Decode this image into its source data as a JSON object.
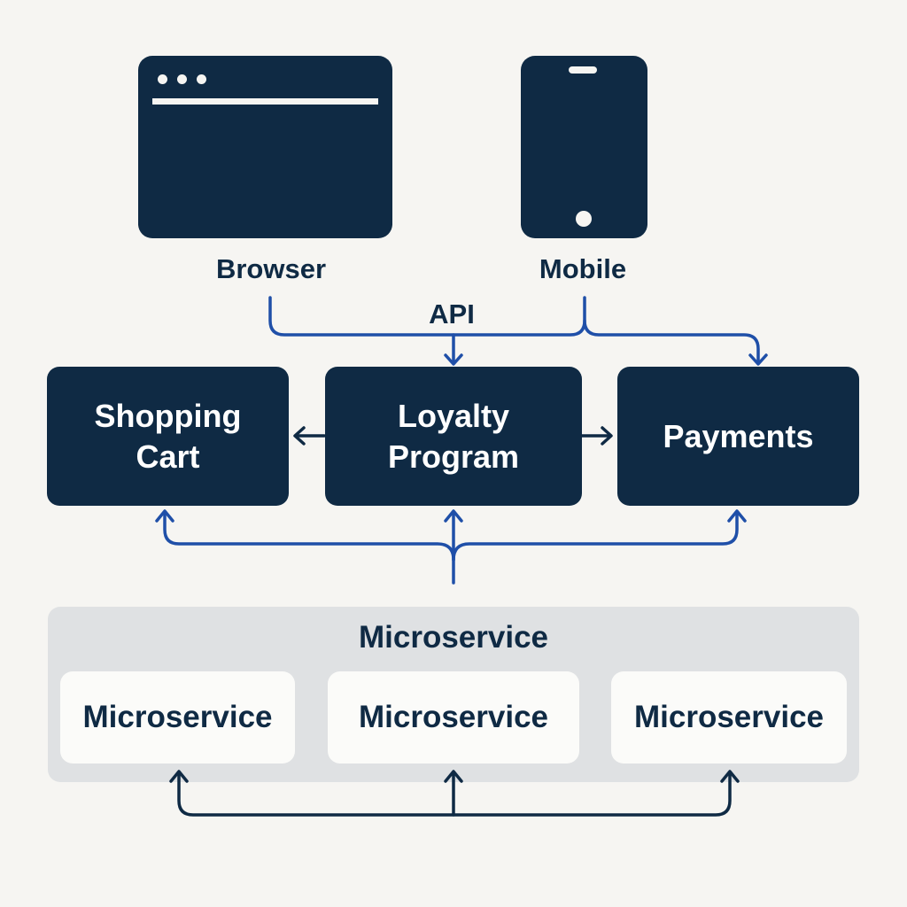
{
  "clients": {
    "browser": {
      "label": "Browser",
      "icon": "browser-window-icon"
    },
    "mobile": {
      "label": "Mobile",
      "icon": "mobile-phone-icon"
    }
  },
  "gateway": {
    "label": "API"
  },
  "services": [
    {
      "label": "Shopping Cart"
    },
    {
      "label": "Loyalty Program"
    },
    {
      "label": "Payments"
    }
  ],
  "microservice_group": {
    "title": "Microservice",
    "items": [
      {
        "label": "Microservice"
      },
      {
        "label": "Microservice"
      },
      {
        "label": "Microservice"
      }
    ]
  },
  "colors": {
    "background": "#f6f5f2",
    "navy": "#0f2a44",
    "blue_connector": "#1f4fa8",
    "group_fill": "#dfe1e3",
    "card_fill": "#fbfbf9"
  },
  "connections": [
    {
      "from": "Browser",
      "to": "Loyalty Program",
      "via": "API"
    },
    {
      "from": "Mobile",
      "to": "Loyalty Program",
      "via": "API"
    },
    {
      "from": "Mobile",
      "to": "Payments",
      "via": "API"
    },
    {
      "from": "Loyalty Program",
      "to": "Shopping Cart"
    },
    {
      "from": "Loyalty Program",
      "to": "Payments"
    },
    {
      "from": "Microservice",
      "to": "Shopping Cart"
    },
    {
      "from": "Microservice",
      "to": "Loyalty Program"
    },
    {
      "from": "Microservice",
      "to": "Payments"
    },
    {
      "from": "bus",
      "to": "Microservice 1"
    },
    {
      "from": "bus",
      "to": "Microservice 2"
    },
    {
      "from": "bus",
      "to": "Microservice 3"
    }
  ]
}
